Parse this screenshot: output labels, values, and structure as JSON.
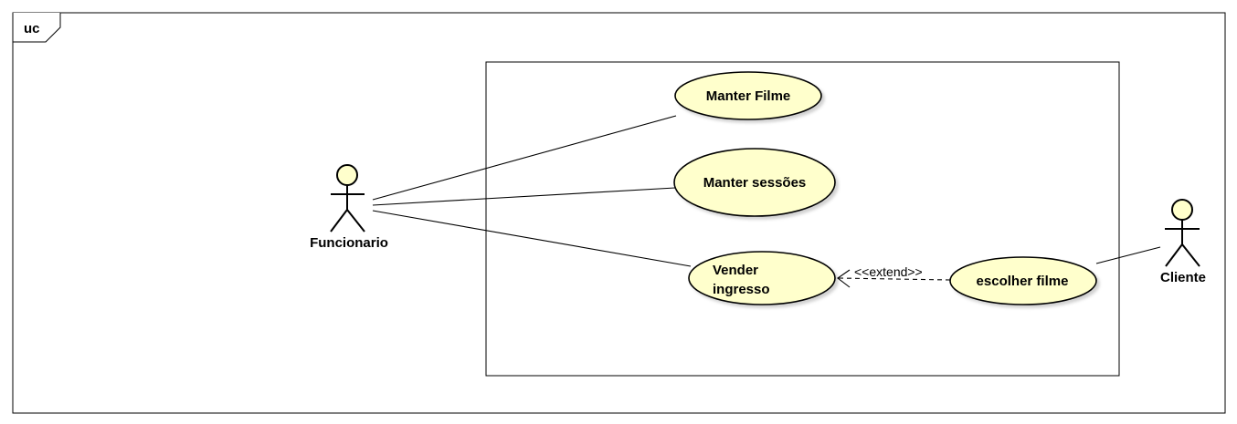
{
  "frame": {
    "label": "uc"
  },
  "actors": [
    {
      "id": "funcionario",
      "name": "Funcionario"
    },
    {
      "id": "cliente",
      "name": "Cliente"
    }
  ],
  "use_cases": [
    {
      "id": "manter-filme",
      "lines": [
        "Manter Filme"
      ]
    },
    {
      "id": "manter-sessoes",
      "lines": [
        "Manter sessões"
      ]
    },
    {
      "id": "vender-ingresso",
      "lines": [
        "Vender",
        "ingresso"
      ]
    },
    {
      "id": "escolher-filme",
      "lines": [
        "escolher filme"
      ]
    }
  ],
  "relationships": [
    {
      "from": "funcionario",
      "to": "manter-filme",
      "type": "association"
    },
    {
      "from": "funcionario",
      "to": "manter-sessoes",
      "type": "association"
    },
    {
      "from": "funcionario",
      "to": "vender-ingresso",
      "type": "association"
    },
    {
      "from": "cliente",
      "to": "escolher-filme",
      "type": "association"
    },
    {
      "from": "escolher-filme",
      "to": "vender-ingresso",
      "type": "extend",
      "label": "<<extend>>"
    }
  ]
}
